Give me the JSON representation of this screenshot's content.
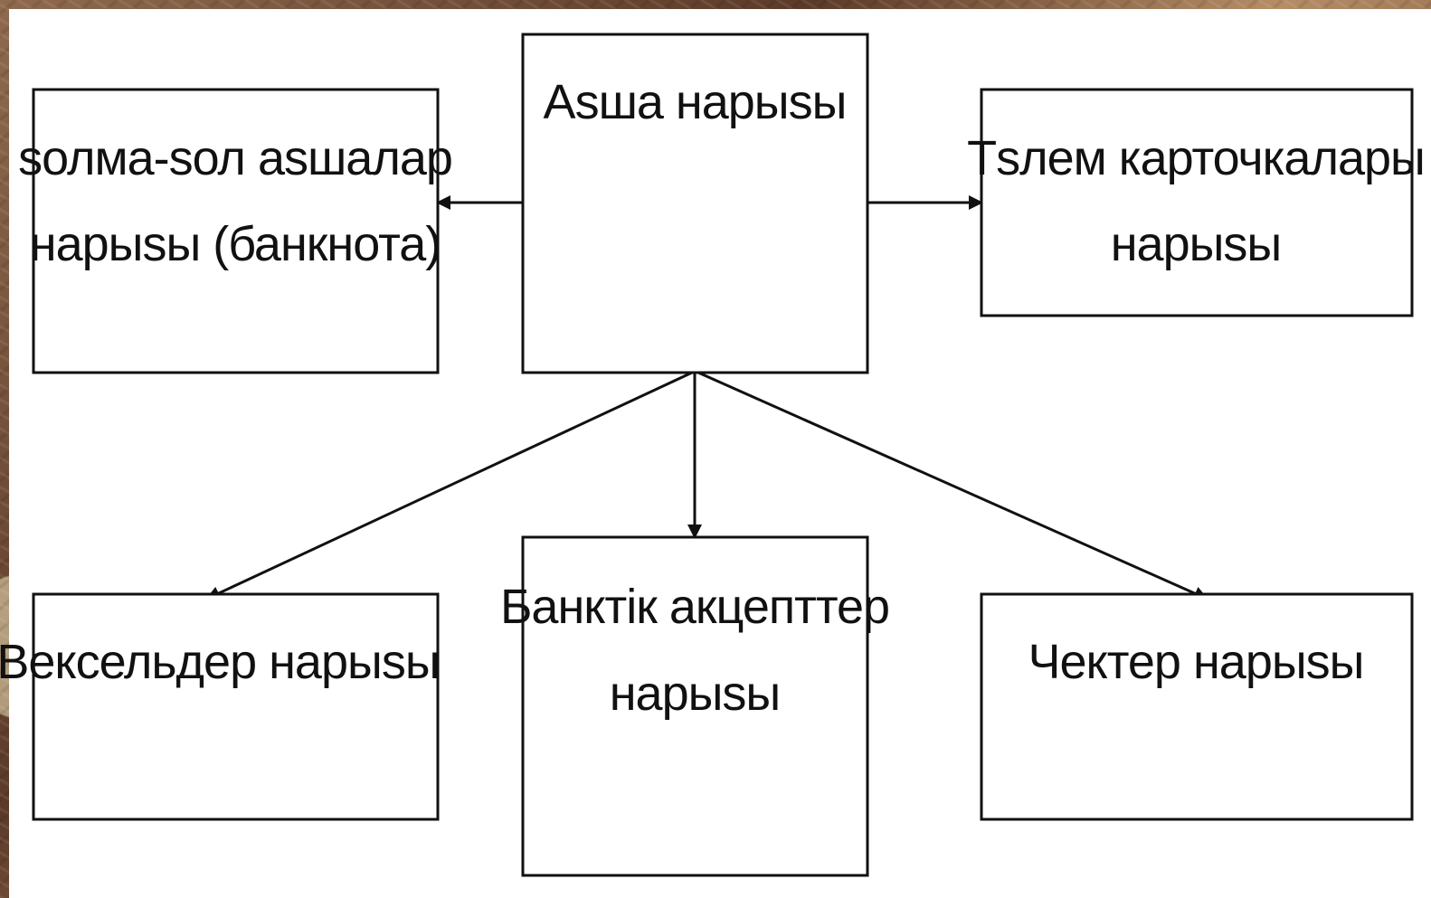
{
  "diagram": {
    "center": {
      "lines": [
        "Аѕша нарыѕы"
      ]
    },
    "left_top": {
      "lines": [
        "ѕолма-ѕол аѕшалар",
        "нарыѕы (банкнота)"
      ]
    },
    "right_top": {
      "lines": [
        "Тѕлем карточкалары",
        "нарыѕы"
      ]
    },
    "left_bottom": {
      "lines": [
        "Вексельдер нарыѕы"
      ]
    },
    "center_bottom": {
      "lines": [
        "Банктік акцепттер",
        "нарыѕы"
      ]
    },
    "right_bottom": {
      "lines": [
        "Чектер нарыѕы"
      ]
    }
  }
}
